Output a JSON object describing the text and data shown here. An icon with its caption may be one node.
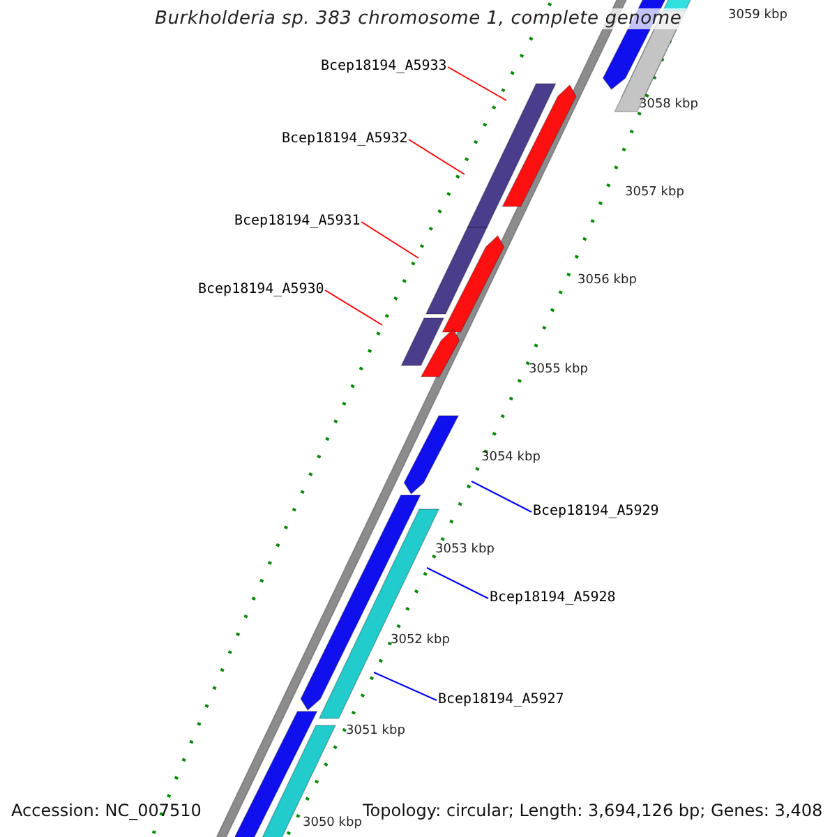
{
  "diagram": {
    "title": "Burkholderia sp. 383 chromosome 1, complete genome",
    "nodes": [
      {
        "text": [
          "Bcep18194_A5933"
        ]
      },
      {
        "text": [
          "Bcep18194_A5932"
        ]
      },
      {
        "text": [
          "Bcep18194_A5931"
        ]
      },
      {
        "text": [
          "Bcep18194_A5930"
        ]
      },
      {
        "text": [
          "Bcep18194_A5929"
        ]
      },
      {
        "text": [
          "Bcep18194_A5928"
        ]
      },
      {
        "text": [
          "Bcep18194_A5927"
        ]
      }
    ],
    "edges": [
      {
        "from": 0,
        "to": null,
        "arrow": "none",
        "color": "#ff0000"
      },
      {
        "from": 1,
        "to": null,
        "arrow": "none",
        "color": "#ff0000"
      },
      {
        "from": 2,
        "to": null,
        "arrow": "none",
        "color": "#ff0000"
      },
      {
        "from": 3,
        "to": null,
        "arrow": "none",
        "color": "#ff0000"
      },
      {
        "from": 4,
        "to": null,
        "arrow": "none",
        "color": "#0000ff"
      },
      {
        "from": 5,
        "to": null,
        "arrow": "none",
        "color": "#0000ff"
      },
      {
        "from": 6,
        "to": null,
        "arrow": "none",
        "color": "#0000ff"
      }
    ],
    "labels": [
      "3059 kbp",
      "3058 kbp",
      "3057 kbp",
      "3056 kbp",
      "3055 kbp",
      "3054 kbp",
      "3053 kbp",
      "3052 kbp",
      "3051 kbp",
      "3050 kbp",
      "Accession: NC_007510",
      "Topology: circular; Length: 3,694,126 bp; Genes: 3,408"
    ]
  }
}
